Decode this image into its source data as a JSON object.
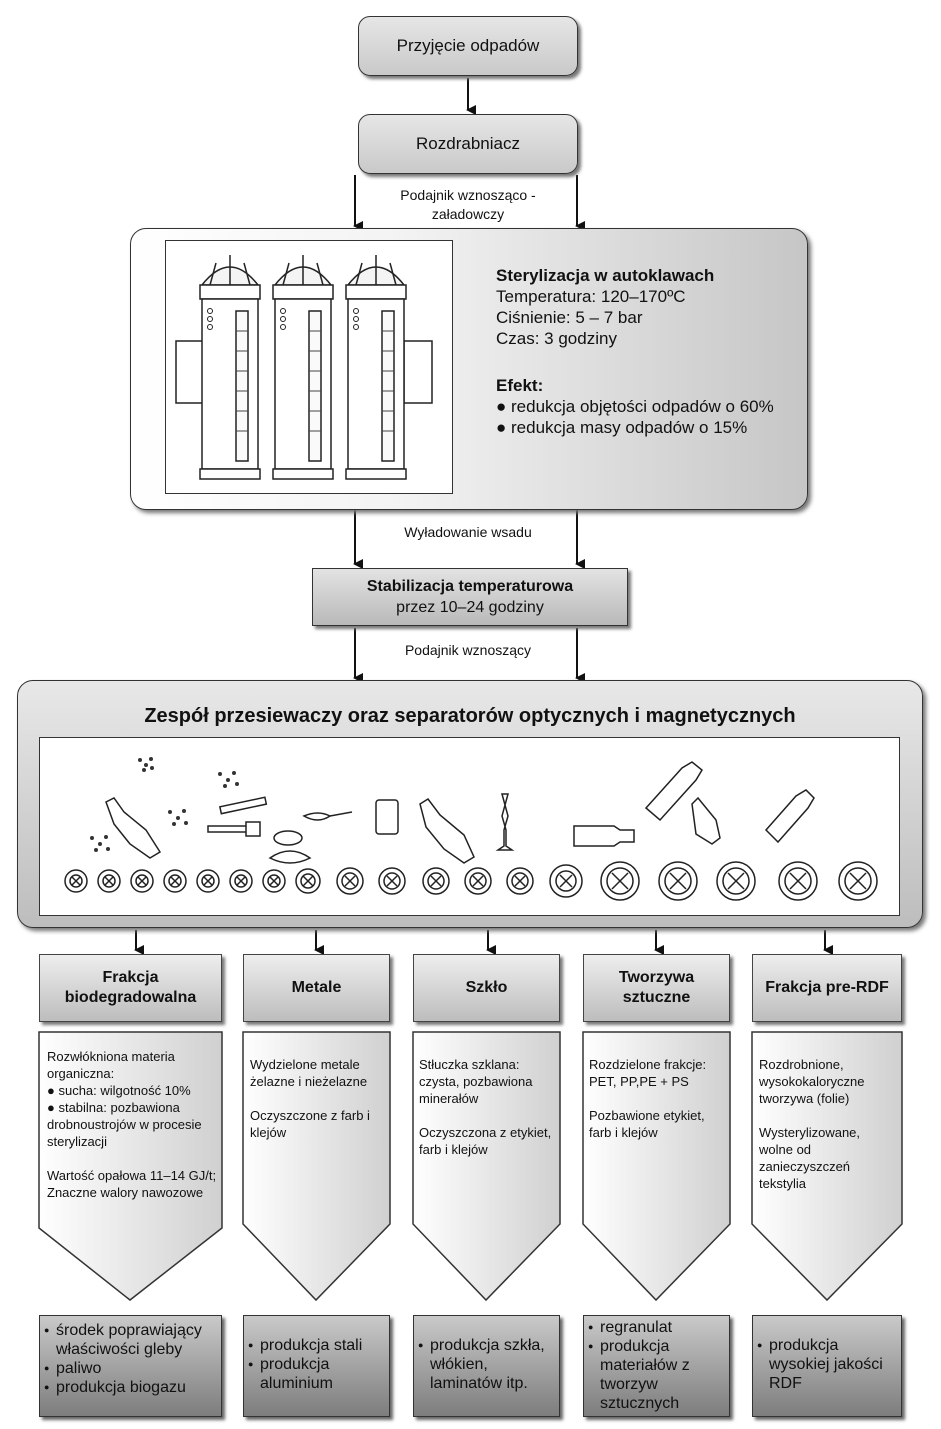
{
  "top": {
    "intake": "Przyjęcie odpadów",
    "shredder": "Rozdrabniacz",
    "feeder_label": "Podajnik wznosząco - załadowczy"
  },
  "autoclave": {
    "title": "Sterylizacja w autoklawach",
    "temperature": "Temperatura: 120–170ºC",
    "pressure": "Ciśnienie: 5 – 7 bar",
    "time": "Czas: 3 godziny",
    "effect_title": "Efekt:",
    "effects": [
      "redukcja objętości odpadów o 60%",
      "redukcja masy odpadów o 15%"
    ]
  },
  "unload_label": "Wyładowanie wsadu",
  "stabilization": {
    "title": "Stabilizacja temperaturowa",
    "subtitle": "przez 10–24 godziny"
  },
  "elevator_label": "Podajnik wznoszący",
  "separators": {
    "title": "Zespół przesiewaczy oraz separatorów optycznych i magnetycznych"
  },
  "fractions": [
    {
      "name": "Frakcja biodegradowalna",
      "description": [
        "Rozwłókniona materia organiczna:",
        "● sucha: wilgotność 10%",
        "● stabilna: pozbawiona drobnoustrojów w procesie sterylizacji",
        "",
        "Wartość opałowa 11–14 GJ/t; Znaczne walory nawozowe"
      ],
      "products": [
        "środek poprawiający właściwości gleby",
        "paliwo",
        "produkcja biogazu"
      ]
    },
    {
      "name": "Metale",
      "description": [
        "Wydzielone metale żelazne i nieżelazne",
        "",
        "Oczyszczone z farb i klejów"
      ],
      "products": [
        "produkcja stali",
        "produkcja aluminium"
      ]
    },
    {
      "name": "Szkło",
      "description": [
        "Stłuczka szklana: czysta, pozbawiona minerałów",
        "",
        "Oczyszczona z etykiet, farb i klejów"
      ],
      "products": [
        "produkcja szkła, włókien, laminatów itp."
      ]
    },
    {
      "name": "Tworzywa sztuczne",
      "description": [
        "Rozdzielone frakcje: PET, PP,PE + PS",
        "",
        "Pozbawione etykiet, farb i klejów"
      ],
      "products": [
        "regranulat",
        "produkcja materiałów z tworzyw sztucznych"
      ]
    },
    {
      "name": "Frakcja pre-RDF",
      "description": [
        "Rozdrobnione, wysokokaloryczne tworzywa (folie)",
        "",
        "Wysterylizowane, wolne od zanieczyszczeń tekstylia"
      ],
      "products": [
        "produkcja wysokiej jakości RDF"
      ]
    }
  ],
  "colors": {
    "box_light": "#e6e6e6",
    "box_mid": "#c9c9c9",
    "product_dark": "#7d7d7d",
    "stroke": "#333333"
  }
}
